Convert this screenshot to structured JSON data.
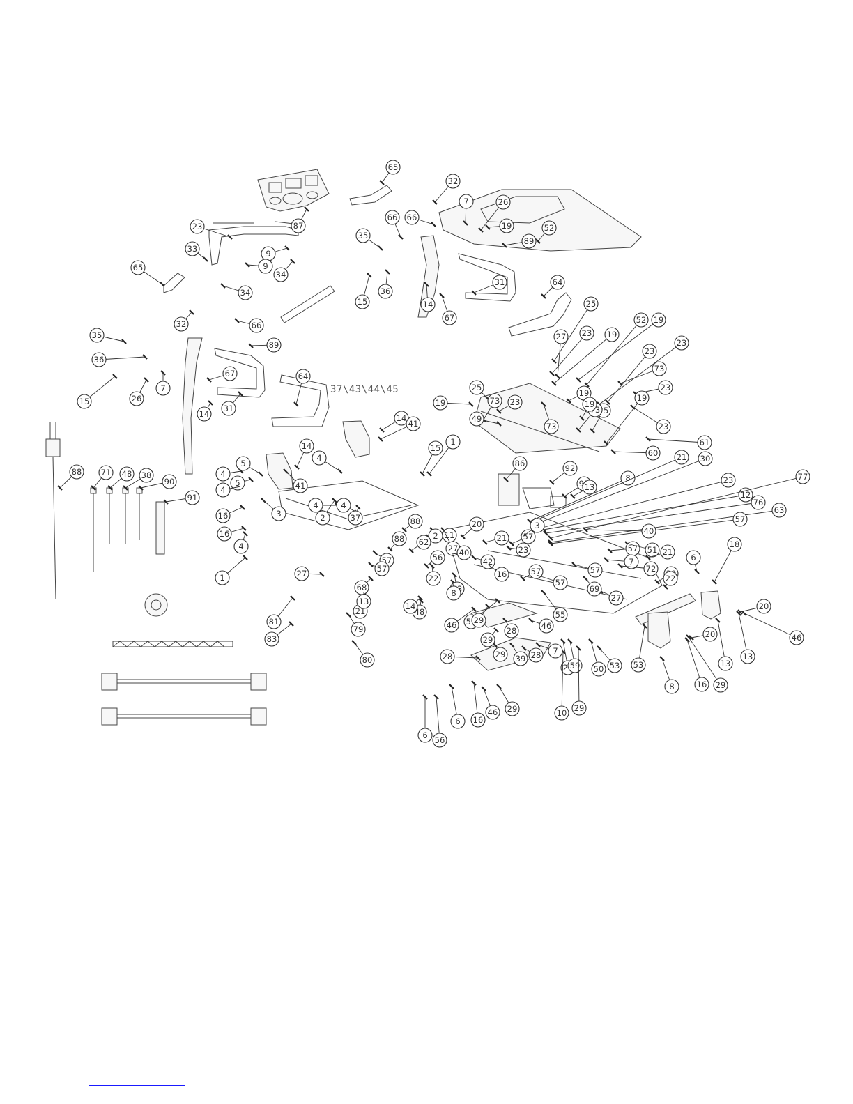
{
  "diagram": {
    "combo_label": "37\\43\\44\\45",
    "callouts": [
      "87",
      "65",
      "32",
      "7",
      "26",
      "66",
      "66",
      "23",
      "33",
      "9",
      "9",
      "34",
      "34",
      "35",
      "15",
      "36",
      "89",
      "31",
      "64",
      "65",
      "32",
      "66",
      "35",
      "36",
      "15",
      "26",
      "7",
      "89",
      "67",
      "14",
      "31",
      "64",
      "67",
      "14",
      "25",
      "23",
      "19",
      "52",
      "19",
      "52",
      "19",
      "73",
      "23",
      "23",
      "25",
      "27",
      "19",
      "23",
      "73",
      "23",
      "23",
      "19",
      "49",
      "25",
      "73",
      "19",
      "73",
      "19",
      "60",
      "61",
      "14",
      "41",
      "14",
      "41",
      "15",
      "1",
      "4",
      "5",
      "4",
      "5",
      "4",
      "16",
      "3",
      "4",
      "4",
      "16",
      "4",
      "1",
      "27",
      "86",
      "92",
      "93",
      "13",
      "8",
      "21",
      "30",
      "23",
      "12",
      "76",
      "77",
      "63",
      "57",
      "2",
      "37",
      "88",
      "11",
      "20",
      "21",
      "23",
      "57",
      "3",
      "40",
      "2",
      "27",
      "88",
      "62",
      "40",
      "57",
      "57",
      "57",
      "7",
      "72",
      "51",
      "21",
      "56",
      "68",
      "23",
      "42",
      "16",
      "57",
      "57",
      "57",
      "69",
      "27",
      "39",
      "6",
      "18",
      "21",
      "48",
      "22",
      "8",
      "56",
      "55",
      "22",
      "13",
      "14",
      "46",
      "29",
      "28",
      "29",
      "46",
      "29",
      "28",
      "39",
      "7",
      "27",
      "59",
      "50",
      "53",
      "53",
      "8",
      "13",
      "20",
      "13",
      "20",
      "46",
      "16",
      "29",
      "28",
      "29",
      "46",
      "10",
      "29",
      "16",
      "6",
      "6",
      "56",
      "83",
      "81",
      "80",
      "79",
      "88",
      "71",
      "48",
      "38",
      "90",
      "91"
    ]
  }
}
